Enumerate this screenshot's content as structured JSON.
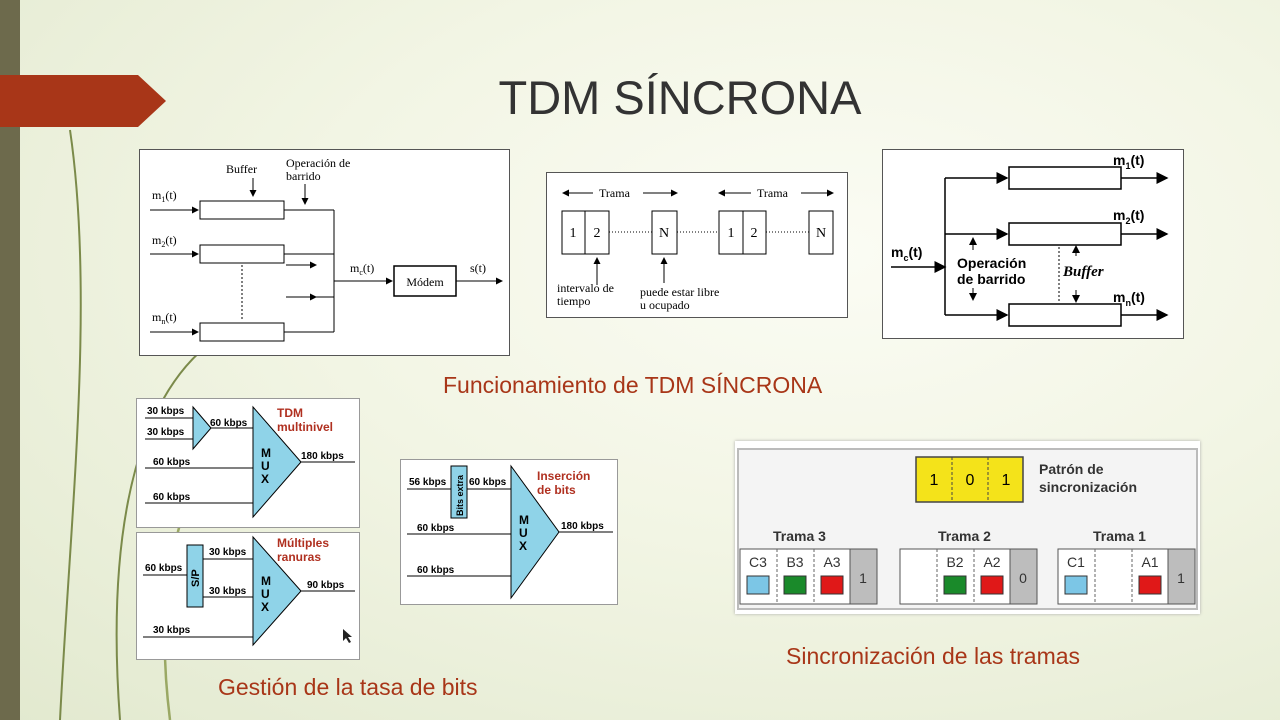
{
  "slide": {
    "title": "TDM SÍNCRONA",
    "captions": {
      "funcionamiento": "Funcionamiento de TDM SÍNCRONA",
      "gestion": "Gestión de la tasa de bits",
      "sincronizacion": "Sincronización de las tramas"
    }
  },
  "fig_mux": {
    "buffer": "Buffer",
    "barrido_1": "Operación de",
    "barrido_2": "barrido",
    "m1": "m",
    "m1_sub": "1",
    "m2": "m",
    "m2_sub": "2",
    "mn": "m",
    "mn_sub": "n",
    "mc": "m",
    "mc_sub": "c",
    "t": "(t)",
    "modem": "Módem",
    "st": "s(t)"
  },
  "fig_frames": {
    "trama": "Trama",
    "slots": [
      "1",
      "2",
      "N",
      "1",
      "2",
      "N"
    ],
    "intervalo_1": "intervalo de",
    "intervalo_2": "tiempo",
    "libre_1": "puede estar libre",
    "libre_2": "u ocupado"
  },
  "fig_demux": {
    "mc": "m",
    "mc_sub": "c",
    "m1": "m",
    "m1_sub": "1",
    "m2": "m",
    "m2_sub": "2",
    "mn": "m",
    "mn_sub": "n",
    "t": "(t)",
    "op_1": "Operación",
    "op_2": "de barrido",
    "buffer": "Buffer"
  },
  "fig_multinivel": {
    "in1": "30 kbps",
    "in2": "30 kbps",
    "mid": "60 kbps",
    "in3": "60 kbps",
    "in4": "60 kbps",
    "out": "180 kbps",
    "title_1": "TDM",
    "title_2": "multinivel",
    "mux": [
      "M",
      "U",
      "X"
    ]
  },
  "fig_ranuras": {
    "in1": "60 kbps",
    "sp": "S/P",
    "o1": "30 kbps",
    "o2": "30 kbps",
    "in2": "30 kbps",
    "out": "90 kbps",
    "title_1": "Múltiples",
    "title_2": "ranuras",
    "mux": [
      "M",
      "U",
      "X"
    ]
  },
  "fig_insercion": {
    "in1": "56 kbps",
    "bits": "Bits extra",
    "o1": "60 kbps",
    "in2": "60 kbps",
    "in3": "60 kbps",
    "out": "180 kbps",
    "title_1": "Inserción",
    "title_2": "de bits",
    "mux": [
      "M",
      "U",
      "X"
    ]
  },
  "fig_sync": {
    "pattern": [
      "1",
      "0",
      "1"
    ],
    "pattern_label_1": "Patrón de",
    "pattern_label_2": "sincronización",
    "trama3": "Trama 3",
    "trama2": "Trama 2",
    "trama1": "Trama 1",
    "t3_slots": [
      "C3",
      "B3",
      "A3"
    ],
    "t3_bit": "1",
    "t2_slots": [
      "",
      "B2",
      "A2"
    ],
    "t2_bit": "0",
    "t1_slots": [
      "C1",
      "",
      "A1"
    ],
    "t1_bit": "1",
    "colors": {
      "c": "#7cc6e6",
      "b": "#1a8a2a",
      "a": "#e01818"
    }
  }
}
